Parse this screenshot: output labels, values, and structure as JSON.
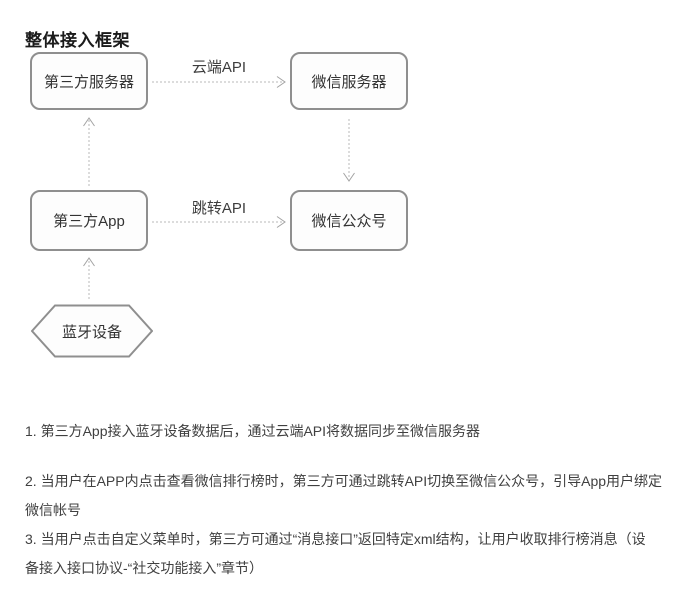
{
  "title": "整体接入框架",
  "diagram": {
    "nodes": [
      {
        "id": "third-party-server",
        "label": "第三方服务器",
        "shape": "rounded-rect"
      },
      {
        "id": "wechat-server",
        "label": "微信服务器",
        "shape": "rounded-rect"
      },
      {
        "id": "third-party-app",
        "label": "第三方App",
        "shape": "rounded-rect"
      },
      {
        "id": "wechat-official-account",
        "label": "微信公众号",
        "shape": "rounded-rect"
      },
      {
        "id": "bluetooth-device",
        "label": "蓝牙设备",
        "shape": "hexagon"
      }
    ],
    "edges": [
      {
        "from": "third-party-server",
        "to": "wechat-server",
        "label": "云端API",
        "style": "dotted-arrow"
      },
      {
        "from": "third-party-app",
        "to": "third-party-server",
        "label": "",
        "style": "dotted-arrow"
      },
      {
        "from": "wechat-server",
        "to": "wechat-official-account",
        "label": "",
        "style": "dotted-arrow"
      },
      {
        "from": "third-party-app",
        "to": "wechat-official-account",
        "label": "跳转API",
        "style": "dotted-arrow"
      },
      {
        "from": "bluetooth-device",
        "to": "third-party-app",
        "label": "",
        "style": "dotted-arrow"
      }
    ]
  },
  "notes": [
    {
      "text": "1. 第三方App接入蓝牙设备数据后，通过云端API将数据同步至微信服务器"
    },
    {
      "text": "2. 当用户在APP内点击查看微信排行榜时，第三方可通过跳转API切换至微信公众号，引导App用户绑定\n微信帐号"
    },
    {
      "text": "3. 当用户点击自定义菜单时，第三方可通过“消息接口”返回特定xml结构，让用户收取排行榜消息（设\n备接入接口协议-“社交功能接入”章节）"
    }
  ],
  "colors": {
    "node_border": "#8f8f8f",
    "node_fill": "#fdfdfd",
    "arrow": "#b9b9b9",
    "text": "#404040",
    "title": "#1b1b1b"
  }
}
